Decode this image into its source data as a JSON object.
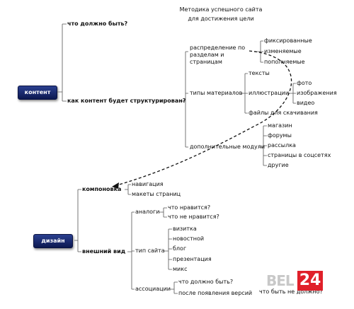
{
  "header": {
    "line1": "Методика успешного сайта",
    "line2": "для достижения цели"
  },
  "roots": {
    "content": "контент",
    "design": "дизайн"
  },
  "content": {
    "q1": "что должно быть?",
    "q2": "как контент будет структурирован?",
    "distribution": "распределение по разделам и страницам",
    "distribution_items": [
      "фиксированные",
      "изменяемые",
      "пополняемые"
    ],
    "material_types": "типы материалов",
    "texts": "тексты",
    "illustrations": "иллюстрации",
    "illustration_items": [
      "фото",
      "изображения",
      "видео"
    ],
    "files": "файлы для скачивания",
    "extra_modules": "дополнительные модули",
    "module_items": [
      "магазин",
      "форумы",
      "рассылка",
      "страницы в соцсетях",
      "другие"
    ]
  },
  "design": {
    "layout": "компоновка",
    "layout_items": [
      "навигация",
      "макеты страниц"
    ],
    "appearance": "внешний вид",
    "analogs": "аналоги",
    "analog_items": [
      "что нравится?",
      "что не нравится?"
    ],
    "site_type": "тип сайта",
    "site_type_items": [
      "визитка",
      "новостной",
      "блог",
      "презентация",
      "микс"
    ],
    "associations": "ассоциации",
    "association_items": [
      "что должно быть?",
      "после появления версий"
    ],
    "trailing": "что быть не должно?"
  },
  "logo": {
    "text": "BEL",
    "number": "24"
  }
}
